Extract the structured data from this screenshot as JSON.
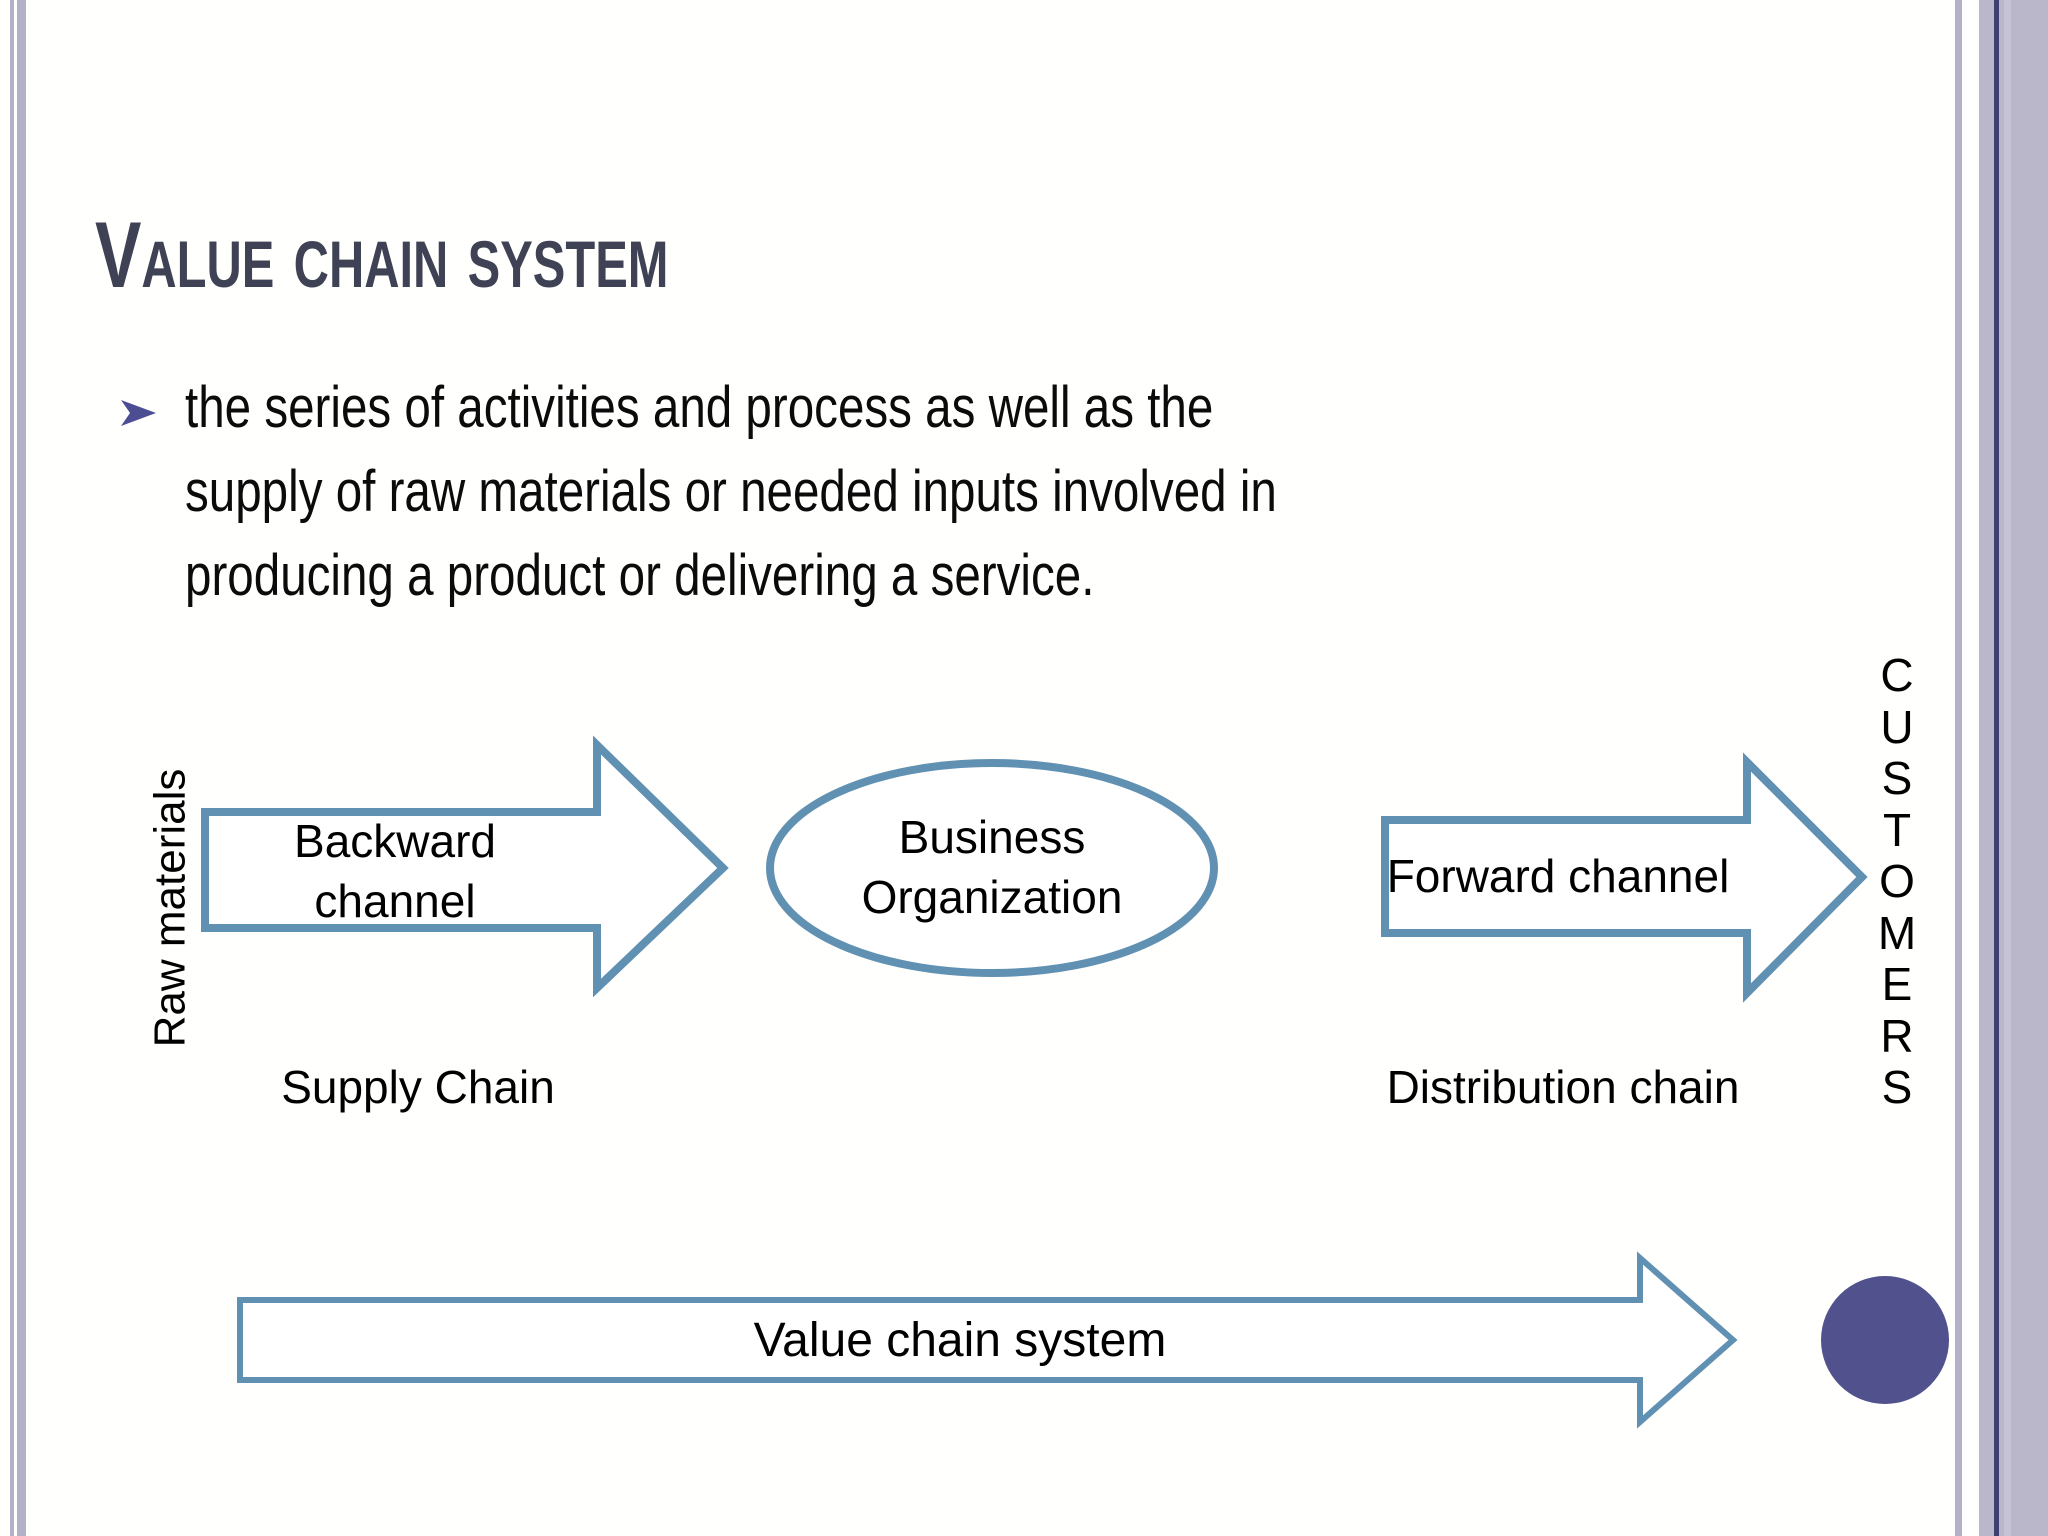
{
  "slide": {
    "title": "Value chain system",
    "bullet": {
      "marker_icon": "arrowhead-right-bullet",
      "text": "the series of activities and process as well as the\nsupply of raw materials or needed inputs involved in\nproducing a product or delivering a service."
    },
    "diagram": {
      "raw_materials_label": "Raw materials",
      "backward_channel_label": "Backward\nchannel",
      "business_organization_label": "Business\nOrganization",
      "forward_channel_label": "Forward channel",
      "customers_label": "CUSTOMERS",
      "supply_chain_label": "Supply Chain",
      "distribution_chain_label": "Distribution chain",
      "value_chain_label": "Value chain system"
    },
    "colors": {
      "accent_stroke": "#6191b2",
      "title_text": "#3f4254",
      "body_text": "#0b0b0b",
      "bullet_marker": "#4c4d92",
      "decoration_circle": "#50518d",
      "border_lavender": "#b3b1c8",
      "border_dark_line": "#404070"
    }
  }
}
